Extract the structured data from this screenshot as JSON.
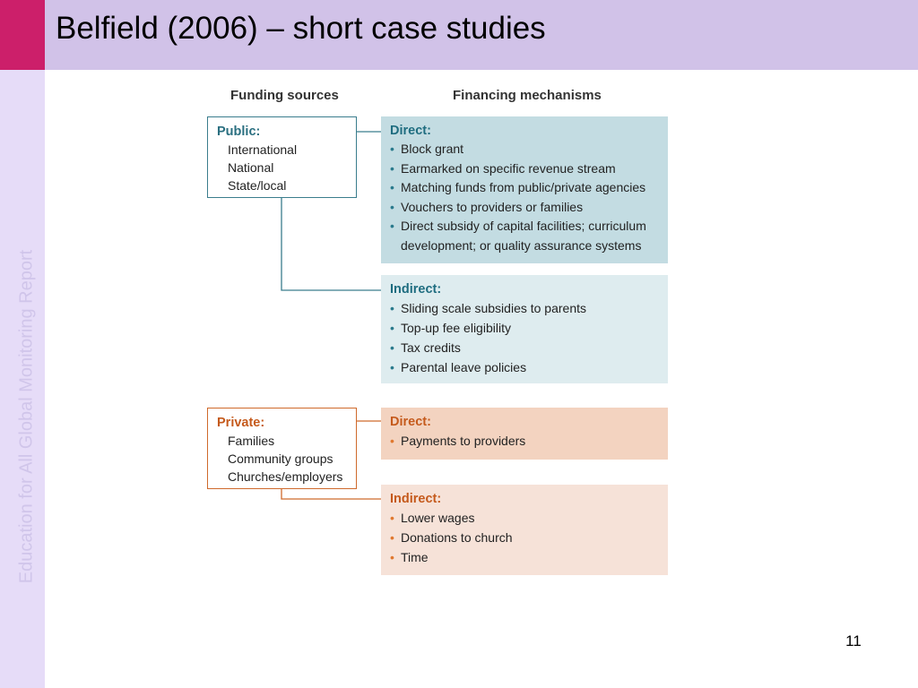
{
  "slide": {
    "title": "Belfield (2006) – short case studies",
    "sidebar_text": "Education for All Global Monitoring Report",
    "page_number": "11"
  },
  "diagram": {
    "col_sources": "Funding sources",
    "col_mechanisms": "Financing mechanisms",
    "public": {
      "heading": "Public:",
      "items": [
        "International",
        "National",
        "State/local"
      ],
      "direct": {
        "heading": "Direct:",
        "items": [
          "Block grant",
          "Earmarked on specific revenue stream",
          "Matching funds from public/private agencies",
          "Vouchers to providers or families",
          "Direct subsidy of capital facilities; curriculum development; or quality assurance systems"
        ]
      },
      "indirect": {
        "heading": "Indirect:",
        "items": [
          "Sliding scale subsidies to parents",
          "Top-up fee eligibility",
          "Tax credits",
          "Parental leave policies"
        ]
      }
    },
    "private": {
      "heading": "Private:",
      "items": [
        "Families",
        "Community groups",
        "Churches/employers"
      ],
      "direct": {
        "heading": "Direct:",
        "items": [
          "Payments to providers"
        ]
      },
      "indirect": {
        "heading": "Indirect:",
        "items": [
          "Lower wages",
          "Donations to church",
          "Time"
        ]
      }
    },
    "colors": {
      "public_accent": "#2a6f80",
      "private_accent": "#c55a1c",
      "title_band": "#d1c2e8",
      "title_accent": "#cc1f6a"
    }
  }
}
